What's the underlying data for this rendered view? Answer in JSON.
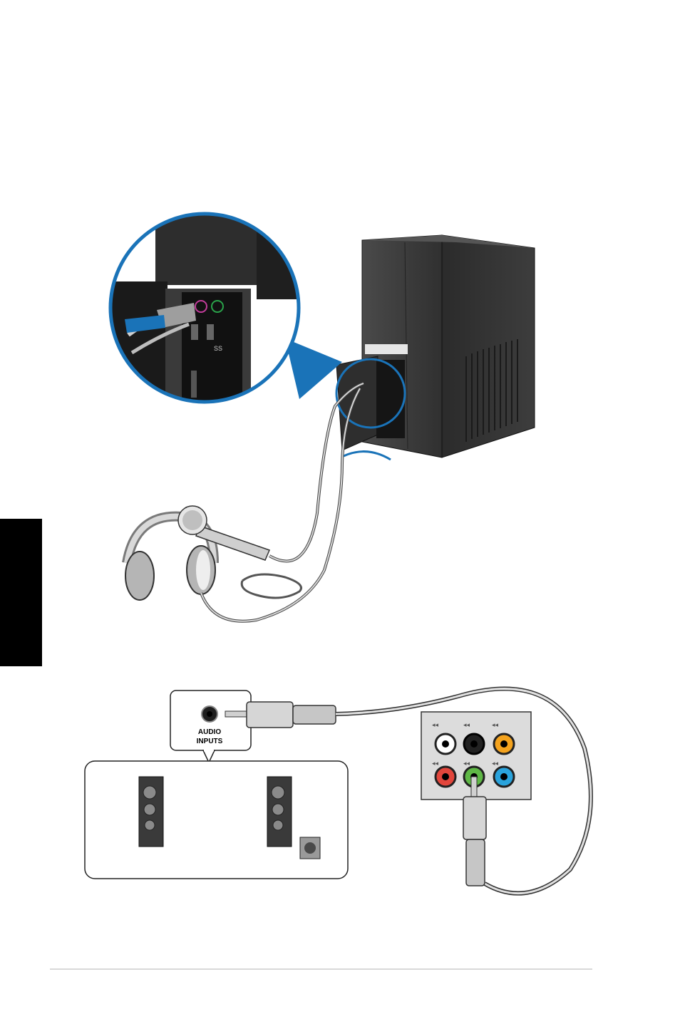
{
  "figure_top": {
    "description_name": "headphone-mic-connection",
    "port_symbol": "SS",
    "accent_color": "#1a73b8"
  },
  "figure_bottom": {
    "audio_inputs_label": "AUDIO\nINPUTS",
    "audio_inputs_line1": "AUDIO",
    "audio_inputs_line2": "INPUTS",
    "jack_colors": {
      "light_blue": "#2aa3dc",
      "lime": "#5fb846",
      "pink": "#e2463c",
      "orange": "#f4a31e",
      "black": "#222222",
      "grey": "#cfcfcf"
    }
  },
  "colors": {
    "side_tab": "#000000",
    "footer_rule": "#d9d9d9"
  }
}
